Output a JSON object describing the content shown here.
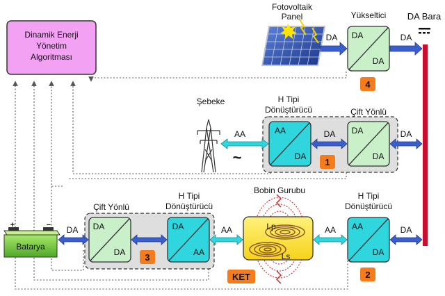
{
  "colors": {
    "bus": "#c8102e",
    "cyan": "#2fd6dd",
    "lightGreen": "#c9f0c9",
    "pink": "#f3a2f3",
    "orange": "#f47c1c",
    "arrowBlue": "#3a5fcd",
    "arrowCyan": "#2fd6dd",
    "dashed": "#6a6a6a",
    "group": "#dedede"
  },
  "ems": {
    "lines": [
      "Dinamik Enerji",
      "Yönetim",
      "Algoritması"
    ]
  },
  "dc_bus": {
    "label": "DA Bara"
  },
  "pv": {
    "label_lines": [
      "Fotovoltaik",
      "Panel"
    ]
  },
  "boost": {
    "title": "Yükseltici",
    "top": "DA",
    "bottom": "DA",
    "number": "4"
  },
  "grid": {
    "label": "Şebeke",
    "ac_symbol": "~"
  },
  "grid_hbridge": {
    "title_lines": [
      "H Tipi",
      "Dönüştürücü"
    ],
    "top": "AA",
    "bottom": "DA",
    "number": "1"
  },
  "grid_bidir": {
    "title": "Çift Yönlü",
    "top": "DA",
    "bottom": "DA"
  },
  "battery": {
    "label": "Batarya",
    "plus": "+",
    "minus": "−"
  },
  "bat_bidir": {
    "title": "Çift Yönlü",
    "top": "DA",
    "bottom": "DA",
    "number": "3"
  },
  "bat_hbridge": {
    "title_lines": [
      "H Tipi",
      "Dönüştürücü"
    ],
    "top": "DA",
    "bottom": "AA"
  },
  "coil": {
    "title": "Bobin Gurubu",
    "lp": "Lp",
    "ls": "Ls",
    "ket": "KET"
  },
  "right_hbridge": {
    "title_lines": [
      "H Tipi",
      "Dönüştürücü"
    ],
    "top": "AA",
    "bottom": "DA",
    "number": "2"
  },
  "link_labels": {
    "pv_boost": "DA",
    "boost_bus": "DA",
    "grid_link": "AA",
    "hb1_bidir": "DA",
    "bidir_bus": "DA",
    "bat_link": "DA",
    "hb_coil": "AA",
    "coil_hb2": "AA",
    "hb2_bus": "DA"
  }
}
